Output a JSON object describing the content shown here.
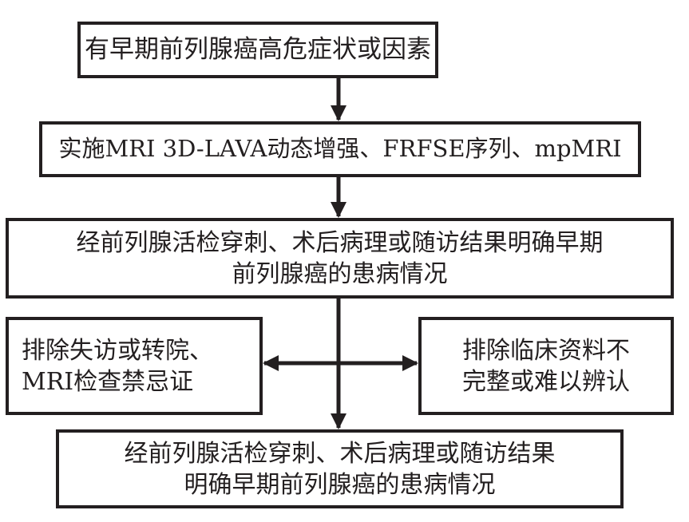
{
  "flowchart": {
    "nodes": [
      {
        "id": "start",
        "lines": [
          "有早期前列腺癌高危症状或因素"
        ]
      },
      {
        "id": "mri",
        "lines": [
          "实施MRI 3D-LAVA动态增强、FRFSE序列、mpMRI"
        ]
      },
      {
        "id": "confirm",
        "lines": [
          "经前列腺活检穿刺、术后病理或随访结果明确早期",
          "前列腺癌的患病情况"
        ]
      },
      {
        "id": "exclude_left",
        "lines": [
          "排除失访或转院、",
          "MRI检查禁忌证"
        ]
      },
      {
        "id": "exclude_right",
        "lines": [
          "排除临床资料不",
          "完整或难以辨认"
        ]
      },
      {
        "id": "final",
        "lines": [
          "经前列腺活检穿刺、术后病理或随访结果",
          "明确早期前列腺癌的患病情况"
        ]
      }
    ],
    "edges": [
      {
        "from": "start",
        "to": "mri",
        "type": "arrow"
      },
      {
        "from": "mri",
        "to": "confirm",
        "type": "arrow"
      },
      {
        "from": "confirm",
        "to": "final",
        "type": "arrow"
      },
      {
        "from": "confirm",
        "to": "exclude_left",
        "type": "arrow"
      },
      {
        "from": "confirm",
        "to": "exclude_right",
        "type": "arrow"
      }
    ],
    "colors": {
      "stroke": "#231f20",
      "background": "#ffffff"
    }
  }
}
